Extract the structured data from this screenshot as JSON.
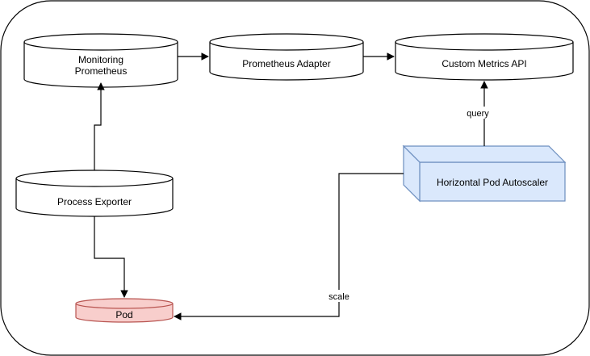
{
  "nodes": {
    "monitoring": {
      "line1": "Monitoring",
      "line2": "Prometheus"
    },
    "adapter": {
      "label": "Prometheus Adapter"
    },
    "custom_metrics": {
      "label": "Custom Metrics API"
    },
    "process_exporter": {
      "label": "Process Exporter"
    },
    "hpa": {
      "label": "Horizontal Pod Autoscaler"
    },
    "pod": {
      "label": "Pod"
    }
  },
  "edges": {
    "query": "query",
    "scale": "scale"
  },
  "colors": {
    "line": "#000000",
    "hpa_fill": "#dae8fc",
    "hpa_stroke": "#6c8ebf",
    "pod_fill": "#f8cecc",
    "pod_stroke": "#b85450",
    "cylinder_fill": "#ffffff"
  }
}
